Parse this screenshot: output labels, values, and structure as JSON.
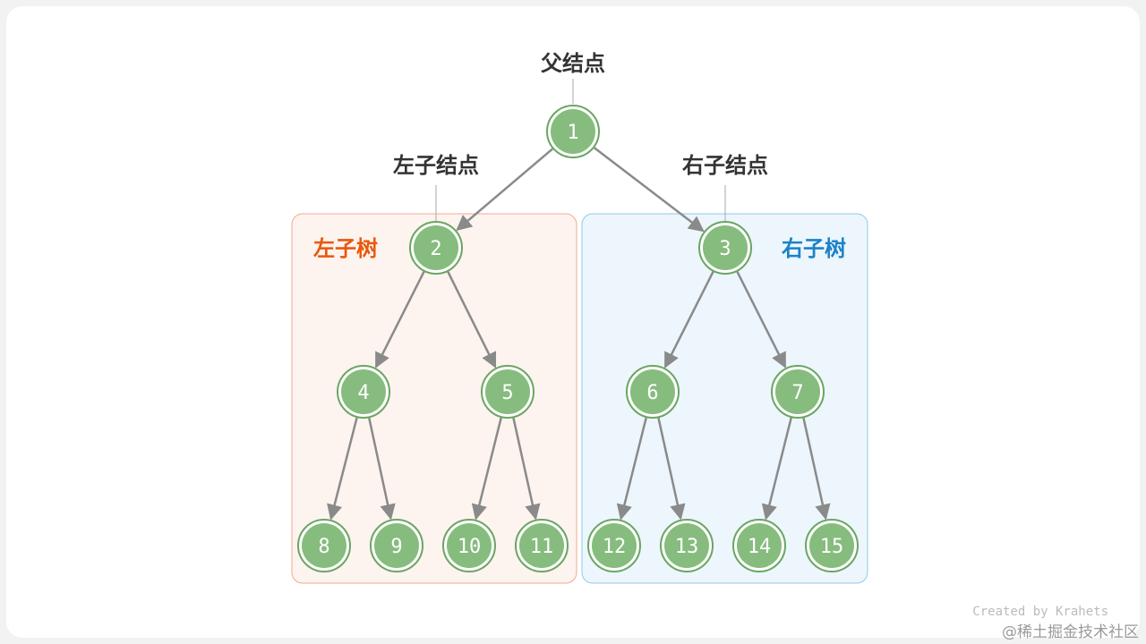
{
  "labels": {
    "parent": "父结点",
    "left_child": "左子结点",
    "right_child": "右子结点",
    "left_subtree": "左子树",
    "right_subtree": "右子树"
  },
  "nodes": [
    "1",
    "2",
    "3",
    "4",
    "5",
    "6",
    "7",
    "8",
    "9",
    "10",
    "11",
    "12",
    "13",
    "14",
    "15"
  ],
  "edges": [
    [
      "1",
      "2"
    ],
    [
      "1",
      "3"
    ],
    [
      "2",
      "4"
    ],
    [
      "2",
      "5"
    ],
    [
      "3",
      "6"
    ],
    [
      "3",
      "7"
    ],
    [
      "4",
      "8"
    ],
    [
      "4",
      "9"
    ],
    [
      "5",
      "10"
    ],
    [
      "5",
      "11"
    ],
    [
      "6",
      "12"
    ],
    [
      "6",
      "13"
    ],
    [
      "7",
      "14"
    ],
    [
      "7",
      "15"
    ]
  ],
  "credit": "Created by Krahets",
  "watermark": "@稀土掘金技术社区",
  "colors": {
    "node_fill": "#86bc7e",
    "node_ring": "#6aa662",
    "edge": "#8a8a8a",
    "left_subtree_fill": "#fdf3ef",
    "left_subtree_border": "#f3ab8f",
    "left_subtree_text": "#e8590c",
    "right_subtree_fill": "#ecf6fc",
    "right_subtree_border": "#8fcbea",
    "right_subtree_text": "#1b82c9"
  }
}
